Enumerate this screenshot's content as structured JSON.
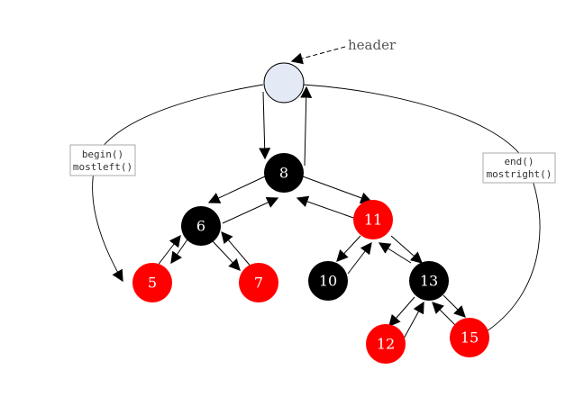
{
  "header_label": "header",
  "left_box": {
    "line1": "begin()",
    "line2": "mostleft()"
  },
  "right_box": {
    "line1": "end()",
    "line2": "mostright()"
  },
  "nodes": {
    "n8": {
      "label": "8",
      "color": "black"
    },
    "n6": {
      "label": "6",
      "color": "black"
    },
    "n11": {
      "label": "11",
      "color": "red"
    },
    "n5": {
      "label": "5",
      "color": "red"
    },
    "n7": {
      "label": "7",
      "color": "red"
    },
    "n10": {
      "label": "10",
      "color": "black"
    },
    "n13": {
      "label": "13",
      "color": "black"
    },
    "n12": {
      "label": "12",
      "color": "red"
    },
    "n15": {
      "label": "15",
      "color": "red"
    }
  },
  "colors": {
    "red_node": "#ff0000",
    "black_node": "#000000",
    "header_node": "#e3eaf5"
  }
}
